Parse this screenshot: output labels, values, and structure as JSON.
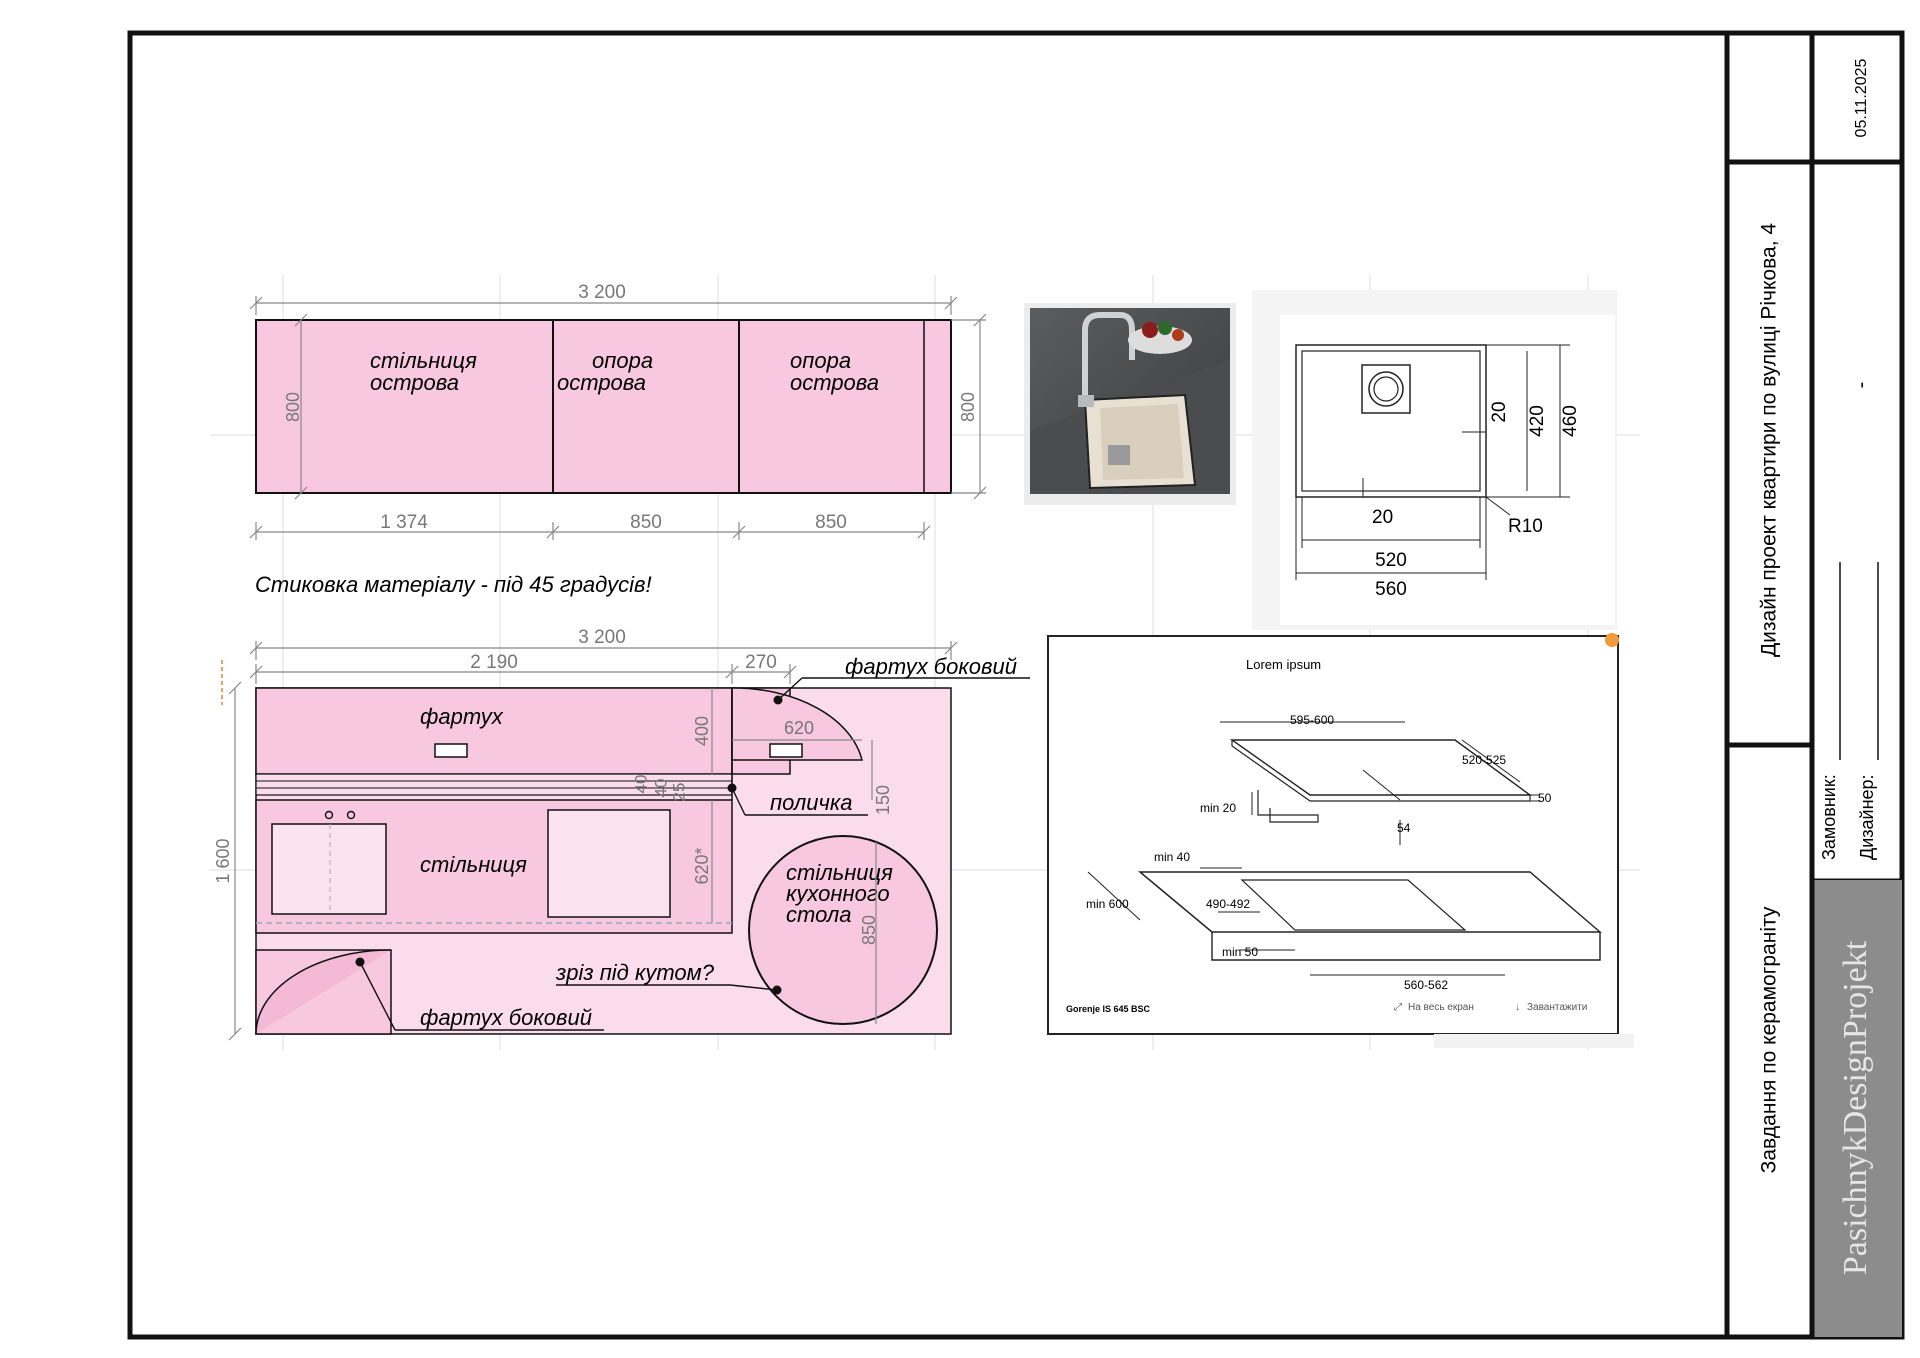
{
  "title_block": {
    "date": "05.11.2025",
    "project": "Дизайн проект квартири по вулиці Річкова, 4",
    "dash": "-",
    "client_label": "Замовник:",
    "designer_label": "Дизайнер:",
    "task": "Завдання по керамограніту",
    "brand": "PasichnykDesignProjekt"
  },
  "island": {
    "total_width": "3 200",
    "depth_left": "800",
    "depth_right": "800",
    "segments": [
      {
        "label1": "стільниця",
        "label2": "острова",
        "width": "1 374"
      },
      {
        "label1": "опора",
        "label2": "острова",
        "width": "850"
      },
      {
        "label1": "опора",
        "label2": "острова",
        "width": "850"
      }
    ]
  },
  "note": "Стиковка матеріалу - під 45 градусів!",
  "wall": {
    "total_width": "3 200",
    "width_main": "2 190",
    "width_side": "270",
    "height": "1 600",
    "apron_label": "фартух",
    "apron_side_label": "фартух боковий",
    "apron_side_label_bottom": "фартух боковий",
    "apron_height": "400",
    "side_dim": "620",
    "shelf_label": "поличка",
    "shelf_dims": [
      "40",
      "40",
      "25"
    ],
    "shelf_height": "150",
    "counter_label": "стільниця",
    "counter_height": "620*",
    "table_label1": "стільниця",
    "table_label2": "кухонного",
    "table_label3": "стола",
    "table_diameter": "850",
    "corner_cut_label": "зріз під кутом?"
  },
  "sink": {
    "dims": {
      "d20a": "20",
      "d420": "420",
      "d460": "460",
      "d20b": "20",
      "d520": "520",
      "d560": "560",
      "r": "R10"
    }
  },
  "hob": {
    "header": "Lorem ipsum",
    "d1": "595-600",
    "d2": "520-525",
    "d3": "50",
    "d4": "min 20",
    "d5": "54",
    "d6": "min 40",
    "d7": "min 600",
    "d8": "490-492",
    "d9": "min 50",
    "d10": "560-562",
    "model": "Gorenje IS 645 BSC",
    "fullscreen": "На весь екран",
    "download": "Завантажити"
  },
  "colors": {
    "pink": "#f7c8e0",
    "pink_light": "#fbdcec",
    "stroke": "#111111",
    "dim": "#7a7a7a",
    "brand_bg": "#8c8c8c"
  }
}
